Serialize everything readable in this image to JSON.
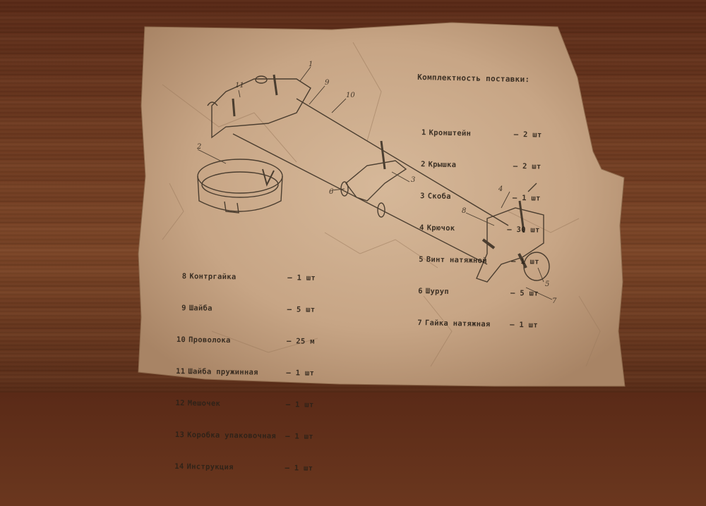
{
  "top_list": {
    "title": "Комплектность поставки:",
    "items": [
      {
        "n": "1",
        "name": "Кронштейн",
        "qty": "— 2 шт"
      },
      {
        "n": "2",
        "name": "Крышка",
        "qty": "— 2 шт"
      },
      {
        "n": "3",
        "name": "Скоба",
        "qty": "— 1 шт"
      },
      {
        "n": "4",
        "name": "Крючок",
        "qty": "— 30 шт"
      },
      {
        "n": "5",
        "name": "Винт натяжной",
        "qty": "— 1 шт"
      },
      {
        "n": "6",
        "name": "Шуруп",
        "qty": "— 5 шт"
      },
      {
        "n": "7",
        "name": "Гайка натяжная",
        "qty": "— 1 шт"
      }
    ]
  },
  "bottom_list": {
    "items": [
      {
        "n": "8",
        "name": "Контргайка",
        "qty": "— 1 шт"
      },
      {
        "n": "9",
        "name": "Шайба",
        "qty": "— 5 шт"
      },
      {
        "n": "10",
        "name": "Проволока",
        "qty": "— 25 м"
      },
      {
        "n": "11",
        "name": "Шайба пружинная",
        "qty": "— 1 шт"
      },
      {
        "n": "12",
        "name": "Мешочек",
        "qty": "— 1 шт"
      },
      {
        "n": "13",
        "name": "Коробка упаковочная",
        "qty": "— 1 шт"
      },
      {
        "n": "14",
        "name": "Инструкция",
        "qty": "— 1 шт"
      }
    ]
  },
  "callouts": {
    "c1": "1",
    "c2": "2",
    "c3": "3",
    "c4": "4",
    "c5": "5",
    "c6": "6",
    "c7": "7",
    "c8": "8",
    "c9": "9",
    "c10": "10",
    "c11": "11"
  },
  "colors": {
    "table": "#6b3620",
    "paper": "#c9a98a",
    "ink": "#2a2118"
  }
}
